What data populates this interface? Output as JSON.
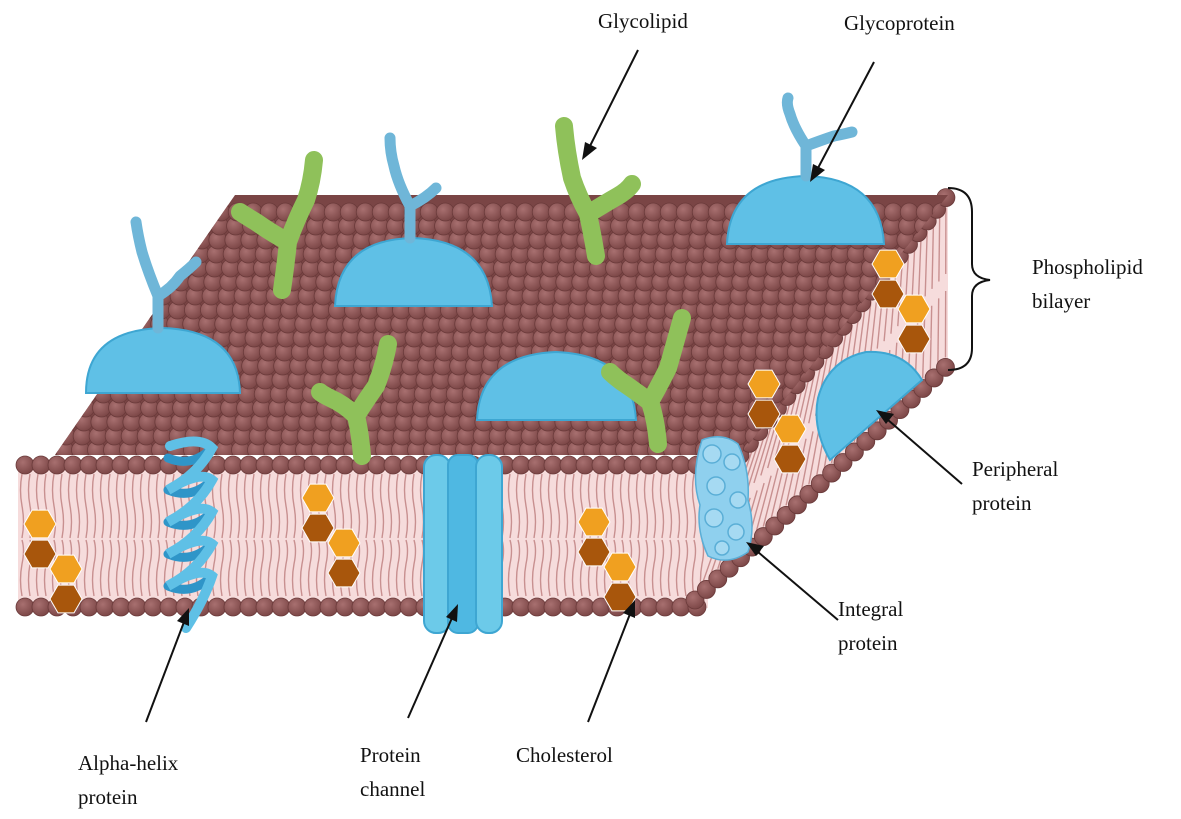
{
  "labels": {
    "glycolipid": "Glycolipid",
    "glycoprotein": "Glycoprotein",
    "phospholipid_bilayer": [
      "Phospholipid",
      "bilayer"
    ],
    "peripheral_protein": [
      "Peripheral",
      "protein"
    ],
    "integral_protein": [
      "Integral",
      "protein"
    ],
    "alpha_helix_protein": [
      "Alpha-helix",
      "protein"
    ],
    "protein_channel": [
      "Protein",
      "channel"
    ],
    "cholesterol": "Cholesterol"
  },
  "colors": {
    "phospholipid_head": "#8a5252",
    "bilayer_interior": "#f6dcdc",
    "lipid_tail": "#c89090",
    "protein_blue": "#5fc0e6",
    "carbohydrate_green": "#8fc15a",
    "cholesterol_light": "#f0a020",
    "cholesterol_dark": "#a8560c"
  }
}
